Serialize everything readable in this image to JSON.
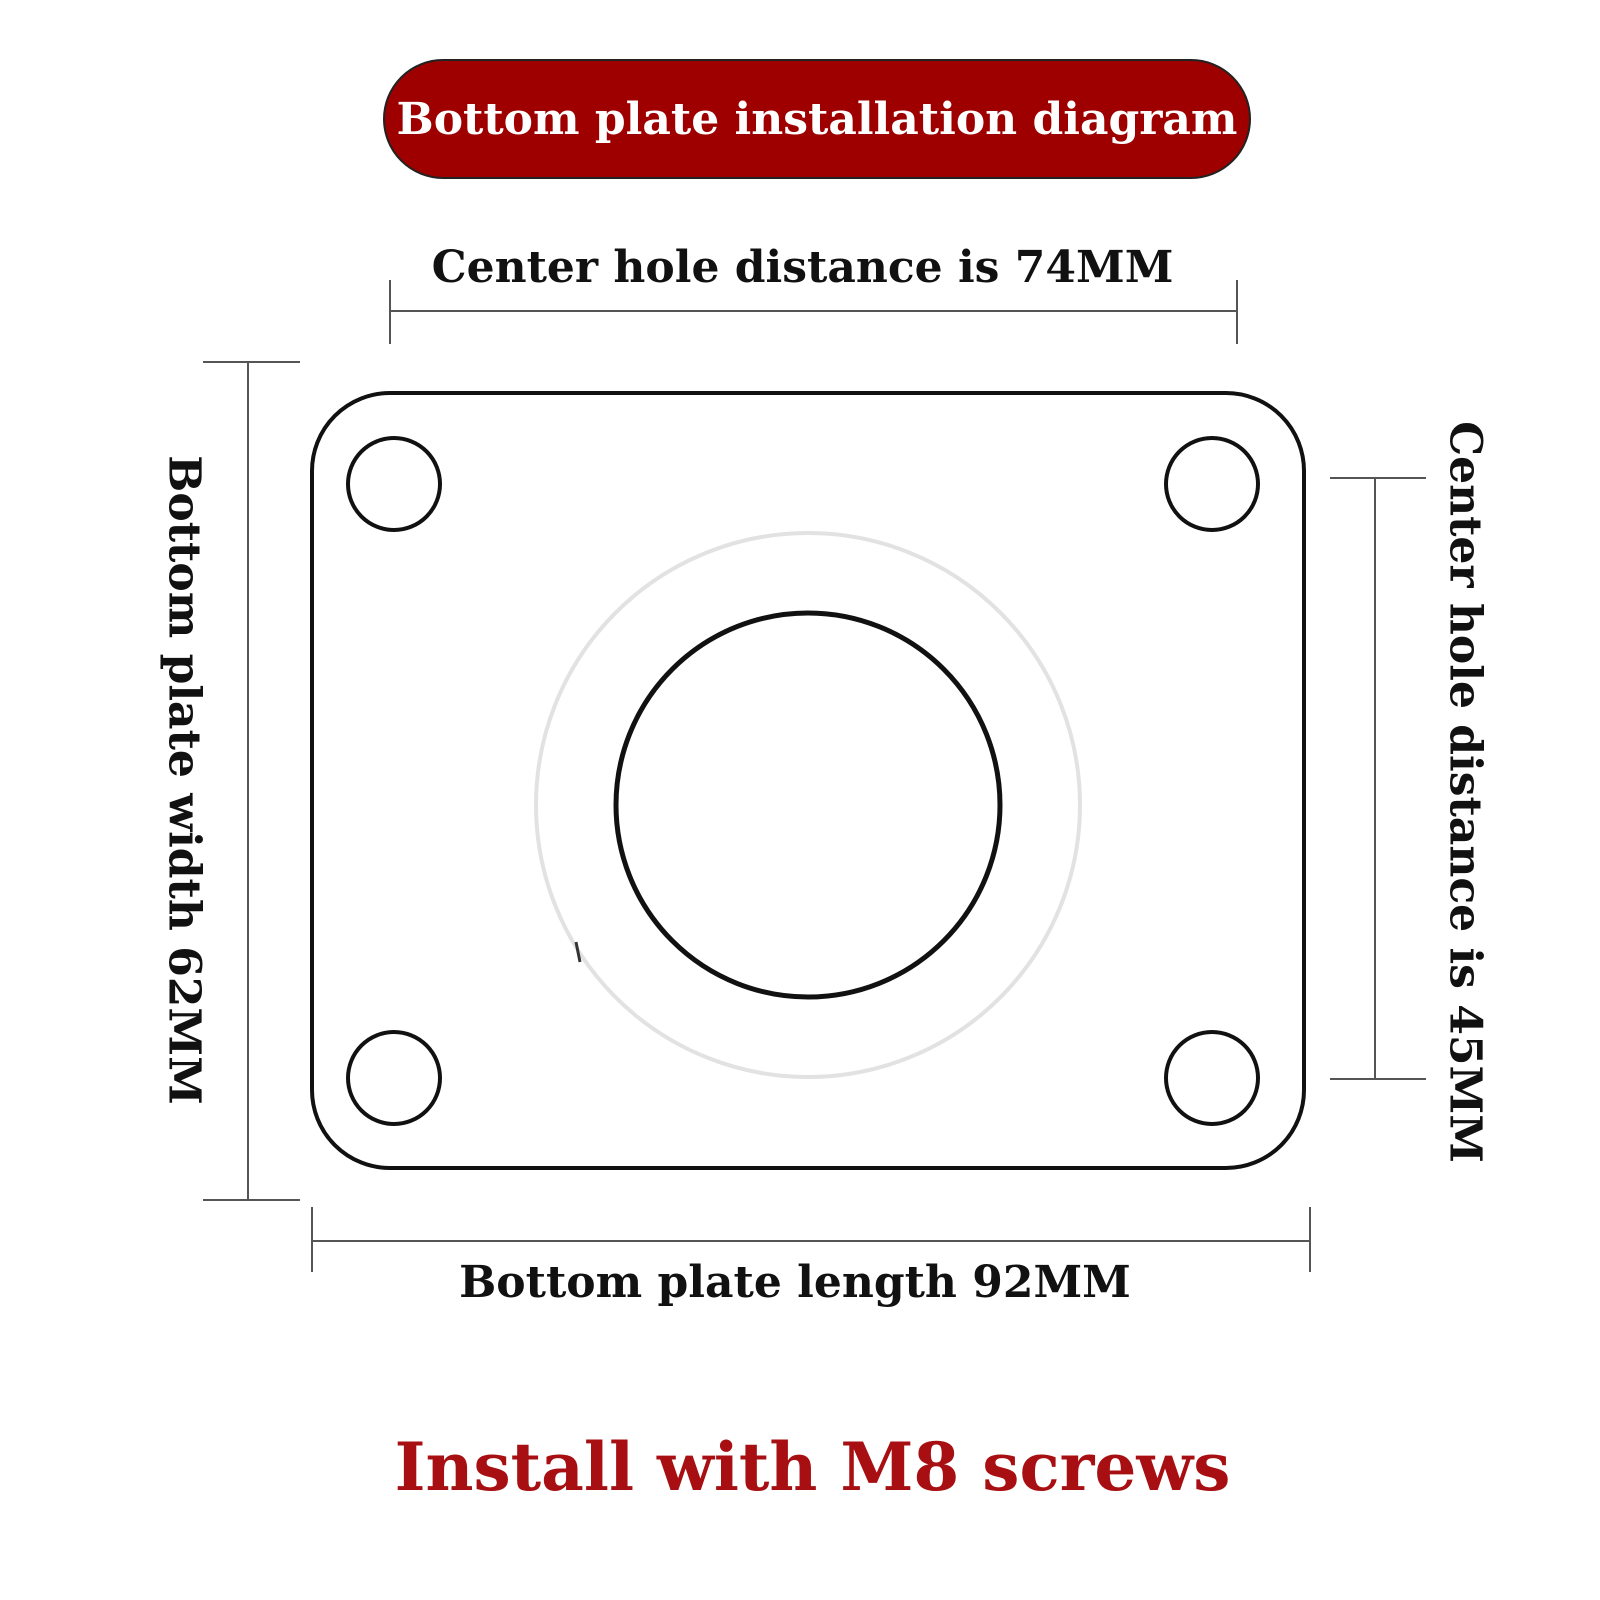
{
  "title": "Bottom plate installation diagram",
  "dimensions": {
    "center_hole_distance_horizontal": "Center hole distance is 74MM",
    "center_hole_distance_vertical": "Center hole distance is 45MM",
    "plate_width": "Bottom plate width 62MM",
    "plate_length": "Bottom plate length 92MM"
  },
  "footer": "Install with M8 screws",
  "colors": {
    "title_background": "#9e0000",
    "footer_text": "#a80f12",
    "outline": "#111111"
  }
}
